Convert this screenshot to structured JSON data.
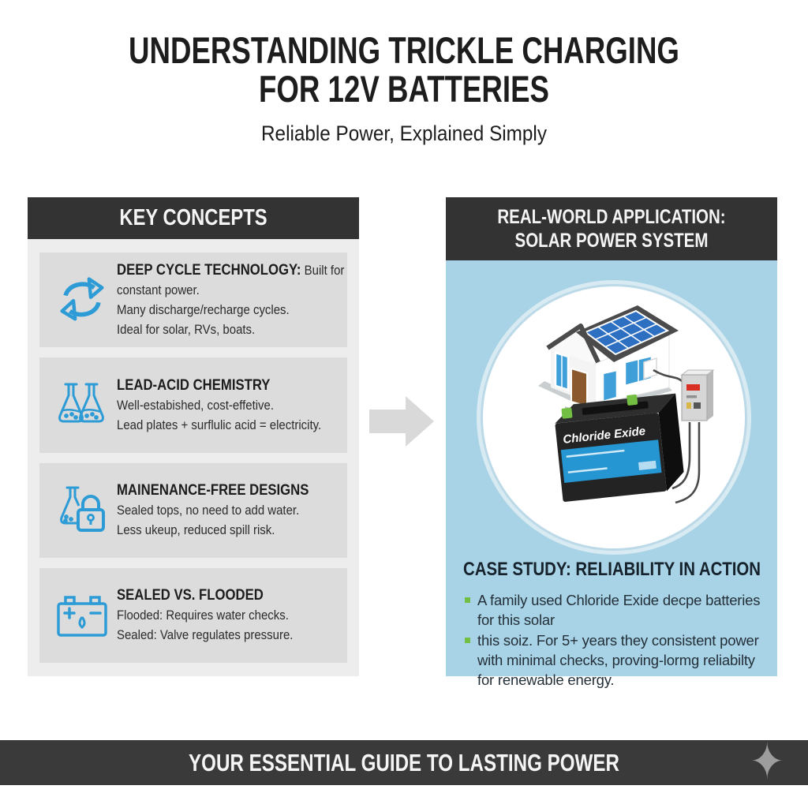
{
  "page": {
    "title_line1": "UNDERSTANDING TRICKLE CHARGING",
    "title_line2": "FOR 12V BATTERIES",
    "subtitle": "Reliable Power, Explained Simply"
  },
  "key_concepts": {
    "header": "KEY CONCEPTS",
    "items": [
      {
        "icon": "cycle-arrows-icon",
        "title": "DEEP CYCLE TECHNOLOGY:",
        "title_rest": "Built for",
        "lines": [
          "constant power.",
          "Many discharge/recharge cycles.",
          "Ideal for solar, RVs, boats."
        ]
      },
      {
        "icon": "chemistry-flasks-icon",
        "title": "LEAD-ACID CHEMISTRY",
        "title_rest": "",
        "lines": [
          "Well-estabished, cost-effetive.",
          "Lead plates + surflulic acid = electricity."
        ]
      },
      {
        "icon": "flask-padlock-icon",
        "title": "MAINENANCE-FREE DESIGNS",
        "title_rest": "",
        "lines": [
          "Sealed tops, no need to add water.",
          "Less ukeup, reduced spill risk."
        ]
      },
      {
        "icon": "battery-droplet-icon",
        "title": "SEALED VS. FLOODED",
        "title_rest": "",
        "lines": [
          "Flooded: Requires water checks.",
          "Sealed: Valve regulates pressure."
        ]
      }
    ]
  },
  "real_world": {
    "header_line1": "REAL-WORLD APPLICATION:",
    "header_line2": "SOLAR POWER SYSTEM",
    "battery_label": "Chloride Exide",
    "case_study": {
      "heading": "CASE STUDY: RELIABILITY IN ACTION",
      "bullets": [
        "A family used Chloride Exide decpe batteries for this solar",
        "this soiz. For 5+ years they consistent power with minimal checks, proving-lormg reliabilty for renewable energy."
      ]
    }
  },
  "footer": {
    "text": "YOUR ESSENTIAL GUIDE TO LASTING POWER",
    "icon": "sparkle-icon"
  },
  "colors": {
    "header_dark": "#333333",
    "panel_left_bg": "#ededed",
    "card_bg": "#dcdcdc",
    "panel_right_bg": "#a8d2e5",
    "accent_blue": "#2d9bd5",
    "solar_panel_blue": "#2d6fc1",
    "bullet_green": "#72bf44",
    "arrow_gray": "#d9d9d9",
    "footer_bg": "#3a3a3a"
  }
}
